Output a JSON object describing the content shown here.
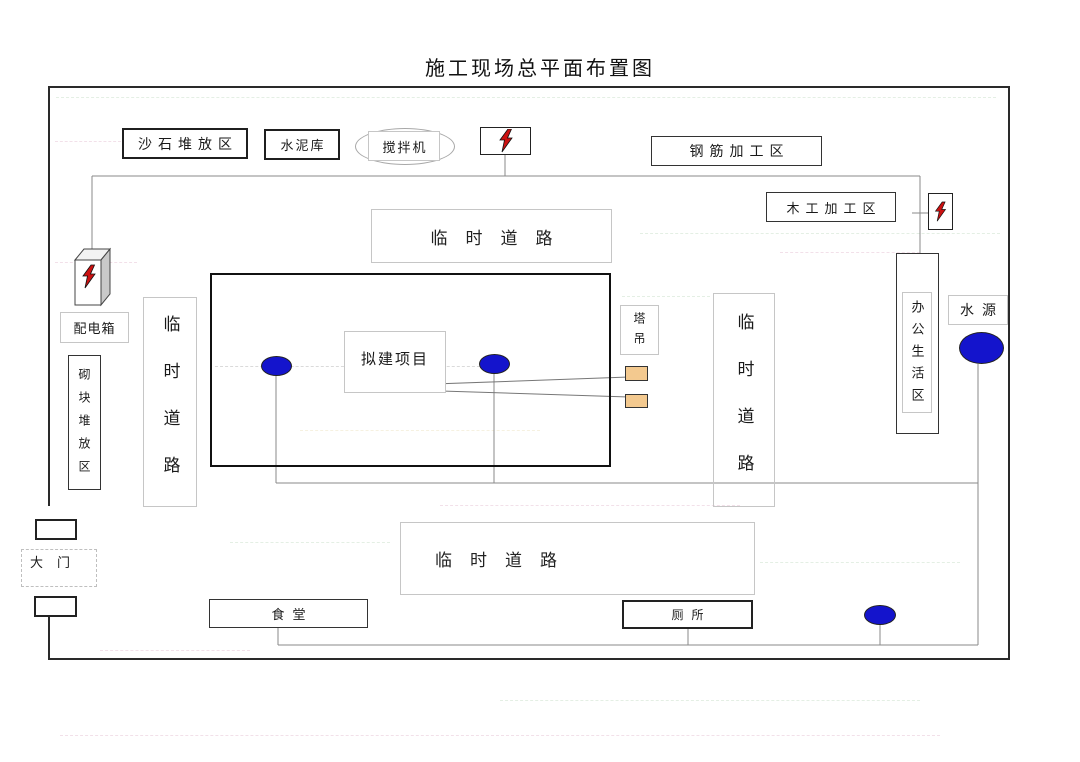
{
  "title": "施工现场总平面布置图",
  "zones": {
    "sand_storage": "沙石堆放区",
    "cement_store": "水泥库",
    "mixer": "搅拌机",
    "rebar_area": "钢筋加工区",
    "carpentry_area": "木工加工区",
    "temp_road_top": "临时道路",
    "temp_road_left": "临时道路",
    "temp_road_right": "临时道路",
    "temp_road_bottom": "临时道路",
    "distribution_box": "配电箱",
    "block_storage": "砌块堆放区",
    "proposed_building": "拟建项目",
    "tower_crane": "塔吊",
    "office_living": "办公生活区",
    "water_source": "水源",
    "main_gate": "大门",
    "canteen": "食堂",
    "toilet": "厕所"
  },
  "icons": {
    "lightning": "electric-power-symbol",
    "water_point": "water-supply-point"
  },
  "colors": {
    "water_marker": "#1414cc",
    "crane_block": "#f3c98f",
    "bolt_red": "#cc1111",
    "line_gray": "#8a8a8a"
  }
}
